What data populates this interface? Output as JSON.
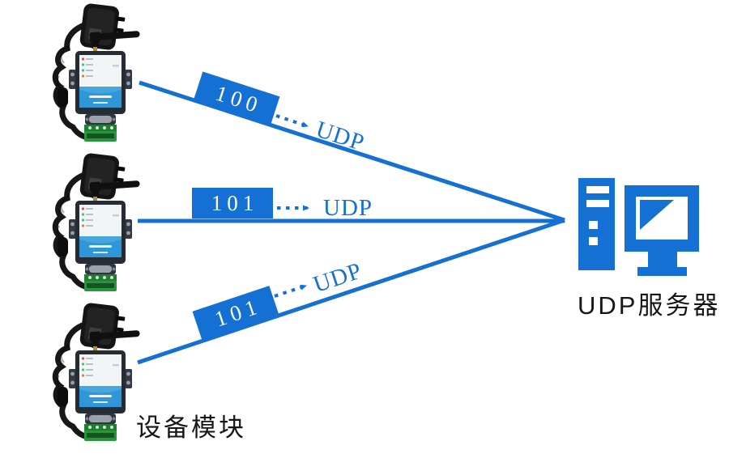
{
  "diagram": {
    "accent_color": "#1470D2",
    "devices_label": "设备模块",
    "server_label": "UDP服务器",
    "connections": [
      {
        "port": "100",
        "protocol": "UDP"
      },
      {
        "port": "101",
        "protocol": "UDP"
      },
      {
        "port": "101",
        "protocol": "UDP"
      }
    ]
  }
}
